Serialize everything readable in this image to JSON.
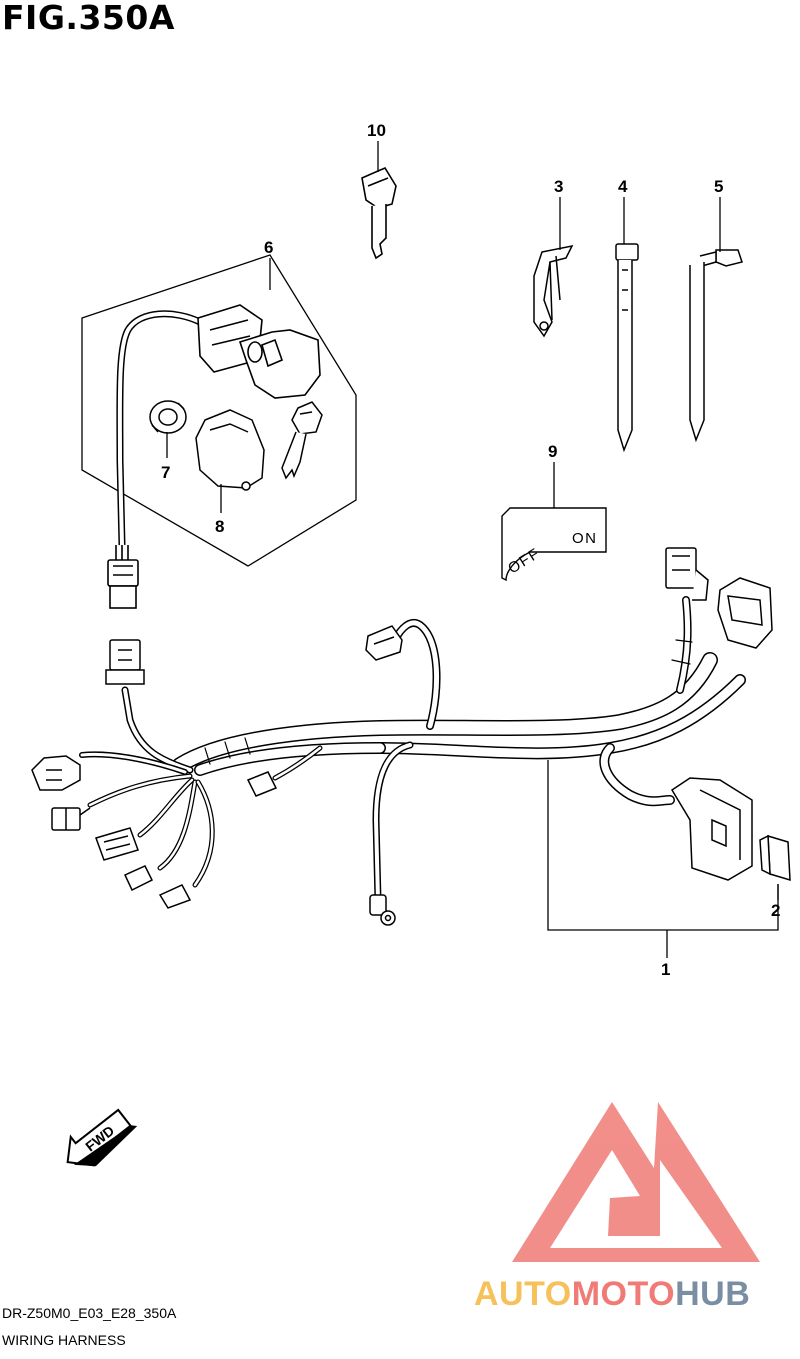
{
  "figure": {
    "title": "FIG.350A",
    "code": "DR-Z50M0_E03_E28_350A",
    "name": "WIRING HARNESS"
  },
  "callouts": {
    "c1": "1",
    "c2": "2",
    "c3": "3",
    "c4": "4",
    "c5": "5",
    "c6": "6",
    "c7": "7",
    "c8": "8",
    "c9": "9",
    "c10": "10"
  },
  "switch_plate": {
    "off": "OFF",
    "on": "ON"
  },
  "fwd_arrow": "FWD",
  "watermark": {
    "part1": "AUTO",
    "part2": "MOTO",
    "part3": "HUB",
    "colors": {
      "auto": "#f6c15b",
      "moto": "#f07b76",
      "hub": "#7a8ea3",
      "logo": "#f07b76"
    }
  }
}
